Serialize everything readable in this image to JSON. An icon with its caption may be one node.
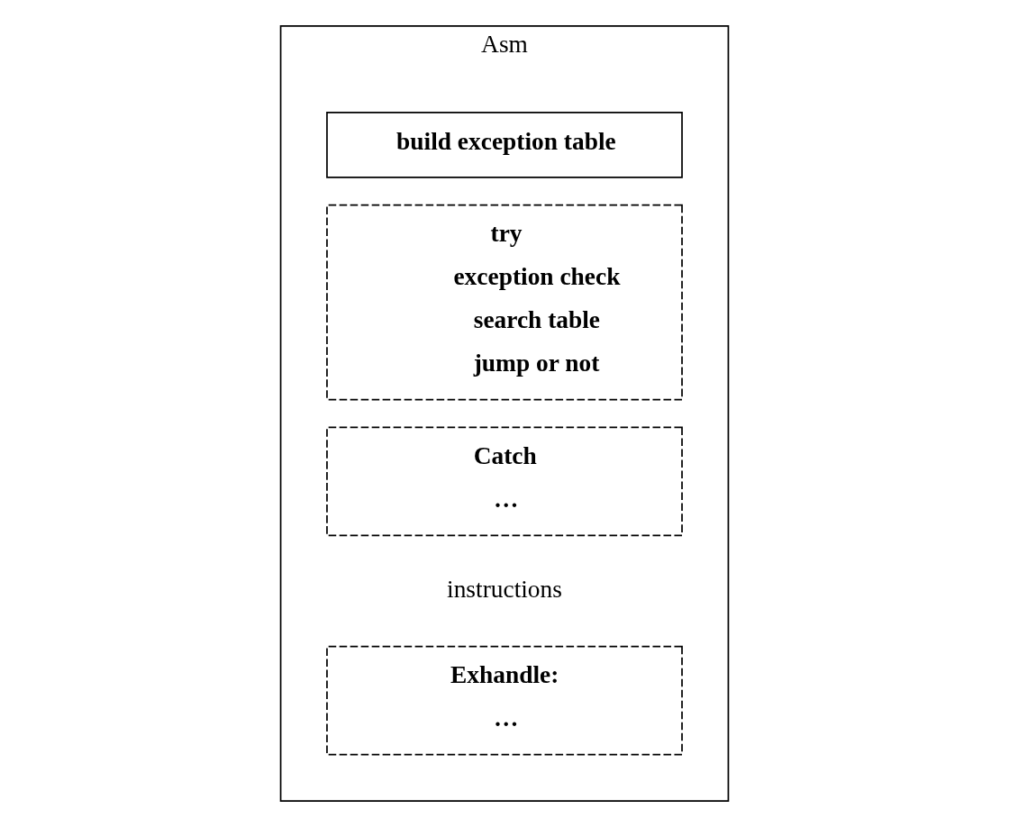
{
  "diagram": {
    "nodes": [
      {
        "text": [
          "Asm"
        ]
      },
      {
        "text": [
          "build exception table"
        ],
        "in": 0
      },
      {
        "text": [
          "try",
          "exception check",
          "search table",
          "jump or not"
        ],
        "in": 0
      },
      {
        "text": [
          "Catch",
          "…"
        ],
        "in": 0
      },
      {
        "text": [
          "Exhandle:",
          "…"
        ],
        "in": 0
      }
    ],
    "labels": [
      "instructions"
    ]
  }
}
